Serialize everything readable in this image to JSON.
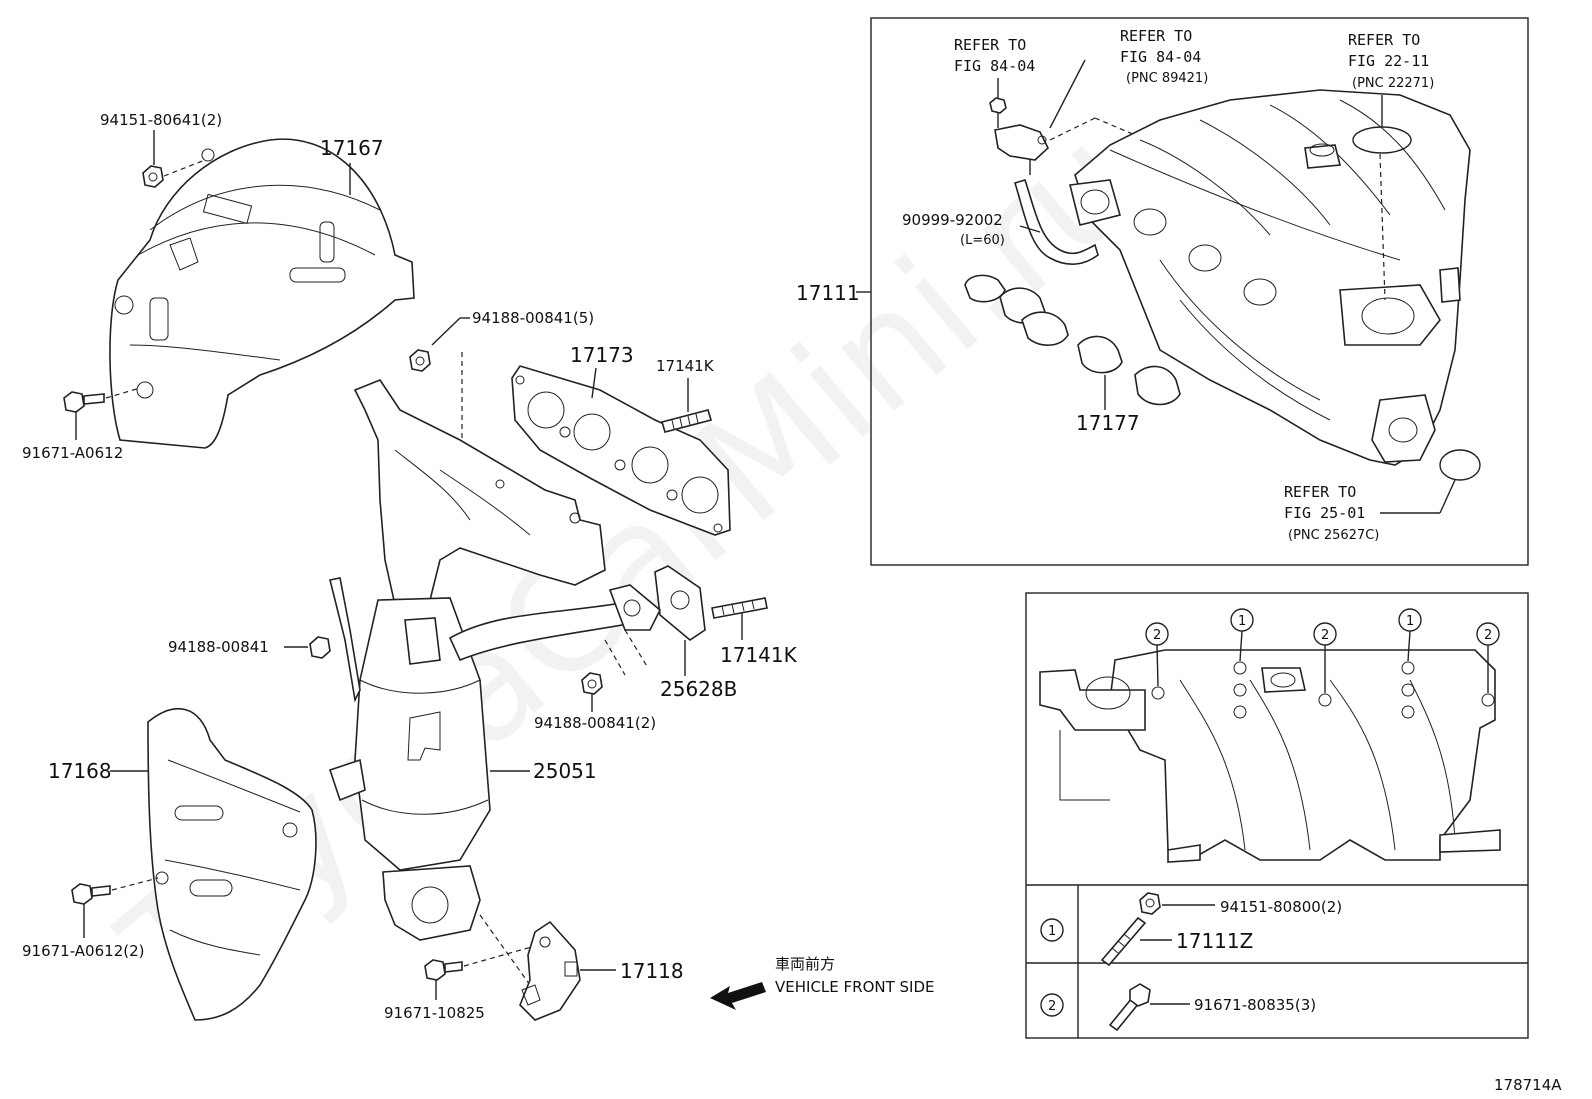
{
  "labels": {
    "p94151_80641": "94151-80641(2)",
    "p17167": "17167",
    "p91671_a0612": "91671-A0612",
    "p94188_00841_5": "94188-00841(5)",
    "p17173": "17173",
    "p17141k_top": "17141K",
    "p17141k_mid": "17141K",
    "p94188_00841": "94188-00841",
    "p25628b": "25628B",
    "p94188_00841_2": "94188-00841(2)",
    "p17168": "17168",
    "p25051": "25051",
    "p91671_a0612_2": "91671-A0612(2)",
    "p91671_10825": "91671-10825",
    "p17118": "17118",
    "p17111": "17111",
    "p90999_92002": "90999-92002",
    "p90999_len": "(L=60)",
    "p17177": "17177",
    "p94151_80800": "94151-80800(2)",
    "p17111z": "17111Z",
    "p91671_80835": "91671-80835(3)"
  },
  "refs": {
    "ref1_line1": "REFER TO",
    "ref1_line2": "FIG 84-04",
    "ref2_line1": "REFER TO",
    "ref2_line2": "FIG 84-04",
    "ref2_line3": "(PNC 89421)",
    "ref3_line1": "REFER TO",
    "ref3_line2": "FIG 22-11",
    "ref3_line3": "(PNC 22271)",
    "ref4_line1": "REFER TO",
    "ref4_line2": "FIG 25-01",
    "ref4_line3": "(PNC 25627C)"
  },
  "direction": {
    "jp": "車両前方",
    "en": "VEHICLE FRONT SIDE"
  },
  "callouts": [
    "2",
    "1",
    "2",
    "1",
    "2"
  ],
  "legend": {
    "row1_marker": "1",
    "row2_marker": "2"
  },
  "figure_id": "178714A",
  "watermark": "ToyotaCarMini.ru"
}
